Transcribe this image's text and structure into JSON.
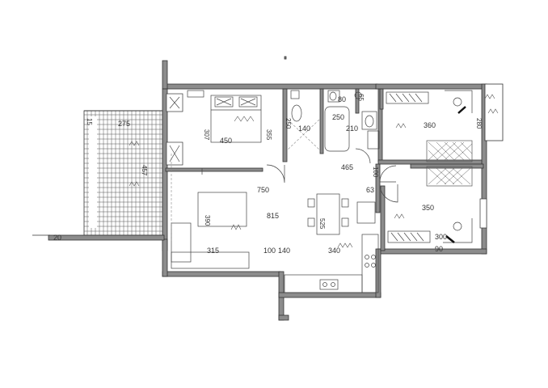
{
  "plan": {
    "dimensions": {
      "d307": "307",
      "d450": "450",
      "d355": "355",
      "d250a": "250",
      "d140": "140",
      "d80": "80",
      "d250b": "250",
      "d210": "210",
      "d65": "65",
      "d360": "360",
      "d280": "280",
      "d465": "465",
      "d100a": "100",
      "d750": "750",
      "d815": "815",
      "d525": "525",
      "d390": "390",
      "d350": "350",
      "d300": "300",
      "d315": "315",
      "d100b": "100",
      "d140b": "140",
      "d340": "340",
      "d63": "63",
      "d275": "275",
      "d457": "457",
      "d90": "90",
      "d20": "20",
      "d15": "15"
    }
  }
}
